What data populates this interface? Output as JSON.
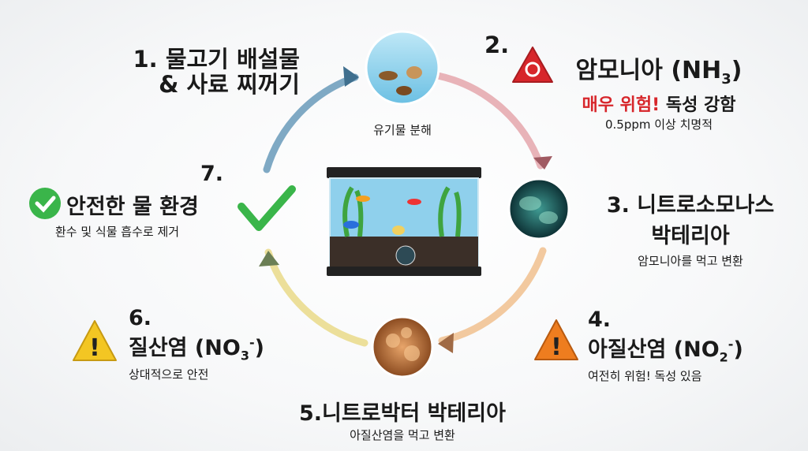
{
  "colors": {
    "danger": "#d7262b",
    "warning_orange": "#ee7d1f",
    "warning_yellow": "#f3c623",
    "safe": "#3ab54a",
    "water": "#8fd0ec"
  },
  "steps": [
    {
      "number": "1.",
      "title_line1": "물고기 배설물",
      "title_line2": "& 사료 찌꺼기"
    },
    {
      "number": "2.",
      "title": "암모니아 (NH",
      "subscript": "3",
      "title_end": ")",
      "danger": "매우 위험!",
      "danger_rest": " 독성 강함",
      "note": "0.5ppm 이상 치명적",
      "icon": "biohazard-warning-icon"
    },
    {
      "number": "3.",
      "title_line1": "니트로소모나스",
      "title_line2": "박테리아",
      "note": "암모니아를 먹고 변환"
    },
    {
      "number": "4.",
      "title": "아질산염 (NO",
      "subscript": "2",
      "superscript": "-",
      "title_end": ")",
      "note": "여전히 위험! 독성 있음",
      "icon": "warning-orange-icon"
    },
    {
      "number": "5.",
      "title": "니트로박터 박테리아",
      "note": "아질산염을 먹고 변환"
    },
    {
      "number": "6.",
      "title": "질산염 (NO",
      "subscript": "3",
      "superscript": "-",
      "title_end": ")",
      "note": "상대적으로 안전",
      "icon": "warning-yellow-icon"
    },
    {
      "number": "7.",
      "title": "안전한 물 환경",
      "note": "환수 및 식물 흡수로 제거",
      "icon": "check-icon"
    }
  ],
  "top_node_label": "유기물 분해"
}
